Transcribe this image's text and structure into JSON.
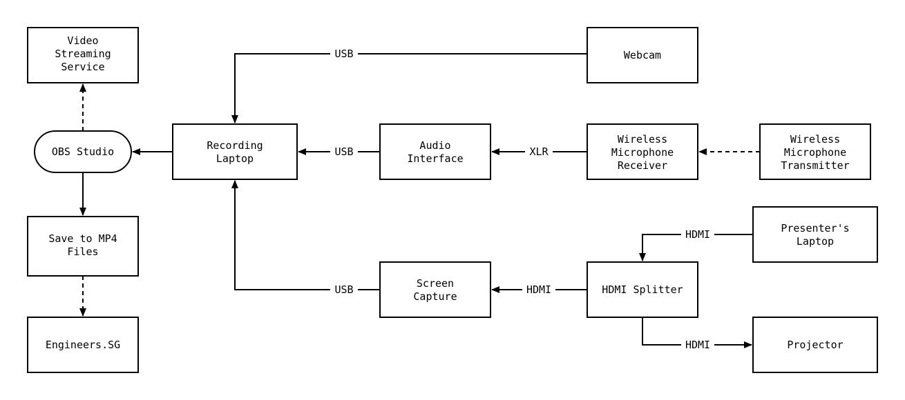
{
  "nodes": {
    "video_streaming": [
      "Video",
      "Streaming",
      "Service"
    ],
    "obs_studio": [
      "OBS Studio"
    ],
    "save_mp4": [
      "Save to MP4",
      "Files"
    ],
    "engineers_sg": [
      "Engineers.SG"
    ],
    "recording_laptop": [
      "Recording",
      "Laptop"
    ],
    "audio_interface": [
      "Audio",
      "Interface"
    ],
    "screen_capture": [
      "Screen",
      "Capture"
    ],
    "webcam": [
      "Webcam"
    ],
    "wireless_receiver": [
      "Wireless",
      "Microphone",
      "Receiver"
    ],
    "wireless_transmitter": [
      "Wireless",
      "Microphone",
      "Transmitter"
    ],
    "presenters_laptop": [
      "Presenter's",
      "Laptop"
    ],
    "hdmi_splitter": [
      "HDMI Splitter"
    ],
    "projector": [
      "Projector"
    ]
  },
  "edges": {
    "webcam_usb": "USB",
    "audio_usb": "USB",
    "receiver_xlr": "XLR",
    "capture_usb": "USB",
    "splitter_capture_hdmi": "HDMI",
    "presenter_splitter_hdmi": "HDMI",
    "splitter_projector_hdmi": "HDMI"
  }
}
